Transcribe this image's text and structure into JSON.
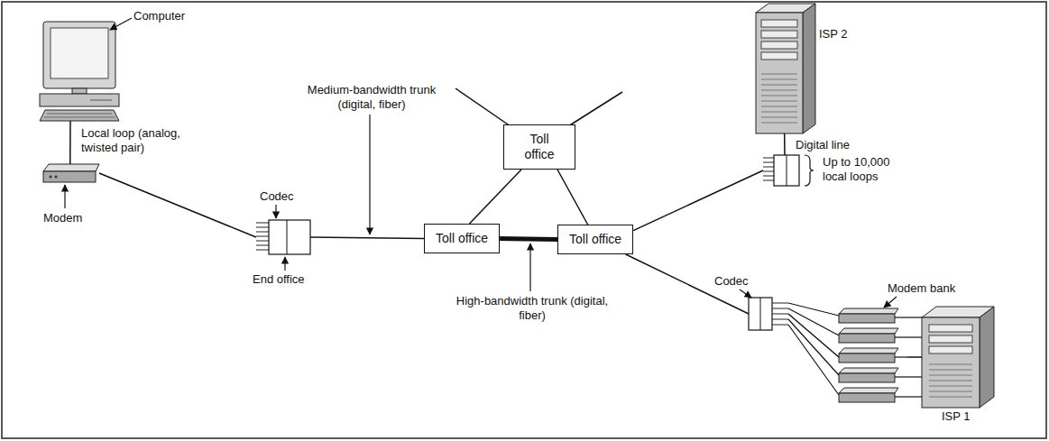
{
  "diagram": {
    "nodes": [
      {
        "text": [
          "Computer"
        ]
      },
      {
        "text": [
          "Modem"
        ]
      },
      {
        "text": [
          "Codec",
          "End office"
        ]
      },
      {
        "text": [
          "Toll office"
        ]
      },
      {
        "text": [
          "Toll office"
        ]
      },
      {
        "text": [
          "Toll office"
        ]
      },
      {
        "text": [
          "ISP 2"
        ]
      },
      {
        "text": [
          "Up to 10,000 local loops"
        ]
      },
      {
        "text": [
          "Codec"
        ]
      },
      {
        "text": [
          "Modem bank"
        ]
      },
      {
        "text": [
          "ISP 1"
        ]
      }
    ],
    "edges": [
      {
        "from": 0,
        "to": 1,
        "arrow": "none"
      },
      {
        "from": 1,
        "to": 2,
        "label": "Local loop (analog, twisted pair)",
        "arrow": "none"
      },
      {
        "from": 2,
        "to": 3,
        "label": "Medium-bandwidth trunk (digital, fiber)",
        "arrow": "none"
      },
      {
        "from": 3,
        "to": 4,
        "arrow": "none"
      },
      {
        "from": 3,
        "to": 5,
        "label": "High-bandwidth trunk (digital, fiber)",
        "arrow": "none"
      },
      {
        "from": 4,
        "to": 5,
        "arrow": "none"
      },
      {
        "from": 6,
        "to": 7,
        "label": "Digital line",
        "arrow": "none"
      },
      {
        "from": 5,
        "to": 7,
        "arrow": "none"
      },
      {
        "from": 5,
        "to": 8,
        "arrow": "none"
      },
      {
        "from": 8,
        "to": 9,
        "arrow": "none"
      },
      {
        "from": 9,
        "to": 10,
        "arrow": "none"
      }
    ]
  }
}
